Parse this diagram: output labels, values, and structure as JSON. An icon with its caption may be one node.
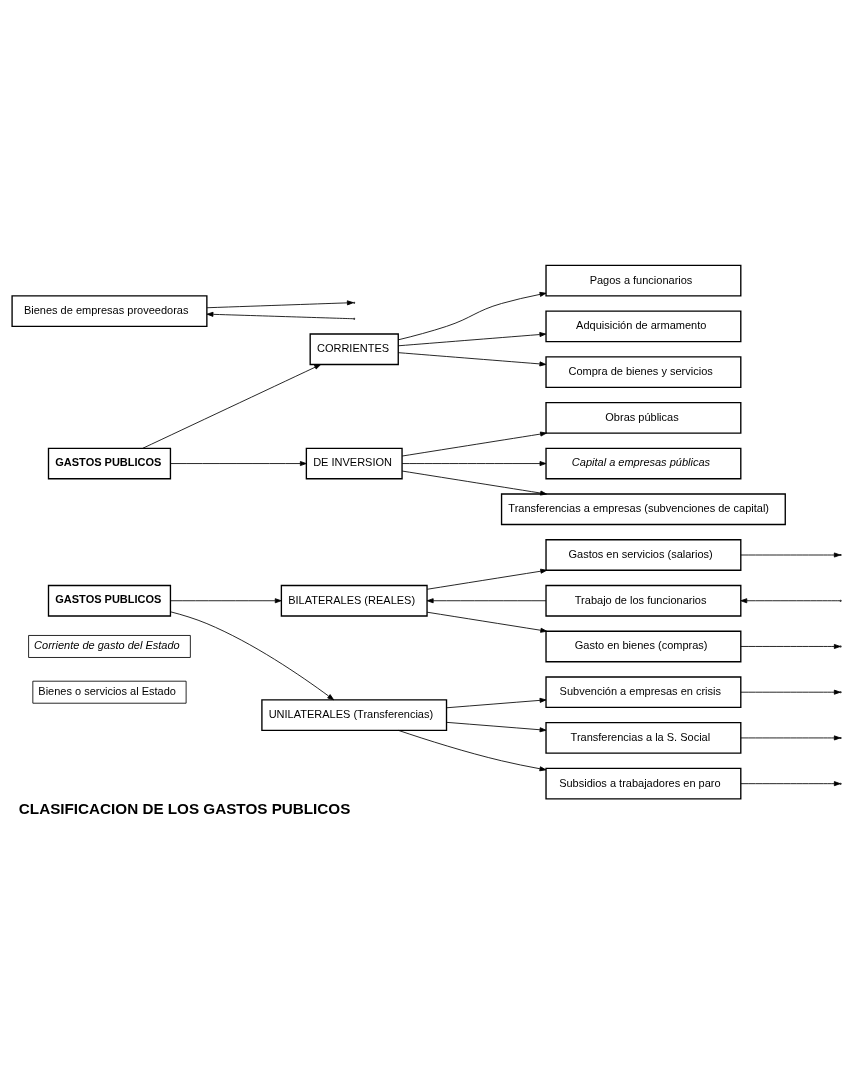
{
  "diagram": {
    "title": "CLASIFICACION DE LOS GASTOS PUBLICOS",
    "nodes": [
      {
        "text": [
          "GASTOS PUBLICOS"
        ]
      },
      {
        "text": [
          "CORRIENTES"
        ]
      },
      {
        "text": [
          "Pagos a funcionarios"
        ]
      },
      {
        "text": [
          "Adquisición de armamento"
        ]
      },
      {
        "text": [
          "Compra de bienes y servicios"
        ]
      },
      {
        "text": [
          "DE INVERSION"
        ]
      },
      {
        "text": [
          "Obras públicas"
        ]
      },
      {
        "text": [
          "Capital a empresas públicas"
        ]
      },
      {
        "text": [
          "Transferencias a empresas (subvenciones de capital)"
        ]
      },
      {
        "text": [
          "GASTOS PUBLICOS"
        ]
      },
      {
        "text": [
          "BILATERALES (REALES)"
        ]
      },
      {
        "text": [
          "Gastos en servicios (salarios)"
        ]
      },
      {
        "text": [
          "Trabajo de los funcionarios"
        ]
      },
      {
        "text": [
          "Gasto en bienes (compras)"
        ]
      },
      {
        "text": [
          "Bienes de empresas proveedoras"
        ]
      },
      {
        "text": [
          "UNILATERALES (Transferencias)"
        ]
      },
      {
        "text": [
          "Subvención a empresas en crisis"
        ]
      },
      {
        "text": [
          "Transferencias a la S. Social"
        ]
      },
      {
        "text": [
          "Subsidios a trabajadores en paro"
        ]
      }
    ],
    "edges": [
      {
        "from": 0,
        "to": 1,
        "arrow": "to"
      },
      {
        "from": 0,
        "to": 5,
        "arrow": "to"
      },
      {
        "from": 1,
        "to": 2,
        "arrow": "to"
      },
      {
        "from": 1,
        "to": 3,
        "arrow": "to"
      },
      {
        "from": 1,
        "to": 4,
        "arrow": "to"
      },
      {
        "from": 5,
        "to": 6,
        "arrow": "to"
      },
      {
        "from": 5,
        "to": 7,
        "arrow": "to"
      },
      {
        "from": 5,
        "to": 8,
        "arrow": "to"
      },
      {
        "from": 9,
        "to": 10,
        "arrow": "to"
      },
      {
        "from": 9,
        "to": 15,
        "arrow": "to"
      },
      {
        "from": 10,
        "to": 11,
        "arrow": "to"
      },
      {
        "from": 12,
        "to": 10,
        "arrow": "to"
      },
      {
        "from": 10,
        "to": 13,
        "arrow": "to"
      },
      {
        "from": 14,
        "to": null,
        "arrow": "to"
      },
      {
        "from": 11,
        "to": null,
        "arrow": "to"
      },
      {
        "from": null,
        "to": 12,
        "arrow": "to"
      },
      {
        "from": 13,
        "to": null,
        "arrow": "to"
      },
      {
        "from": null,
        "to": 14,
        "arrow": "to"
      },
      {
        "from": 15,
        "to": 16,
        "arrow": "to"
      },
      {
        "from": 15,
        "to": 17,
        "arrow": "to"
      },
      {
        "from": 15,
        "to": 18,
        "arrow": "to"
      },
      {
        "from": 16,
        "to": null,
        "arrow": "to"
      },
      {
        "from": 17,
        "to": null,
        "arrow": "to"
      },
      {
        "from": 18,
        "to": null,
        "arrow": "to"
      }
    ],
    "legend": [
      {
        "text": "Corriente de gasto del Estado"
      },
      {
        "text": "Bienes o servicios al Estado"
      }
    ]
  }
}
